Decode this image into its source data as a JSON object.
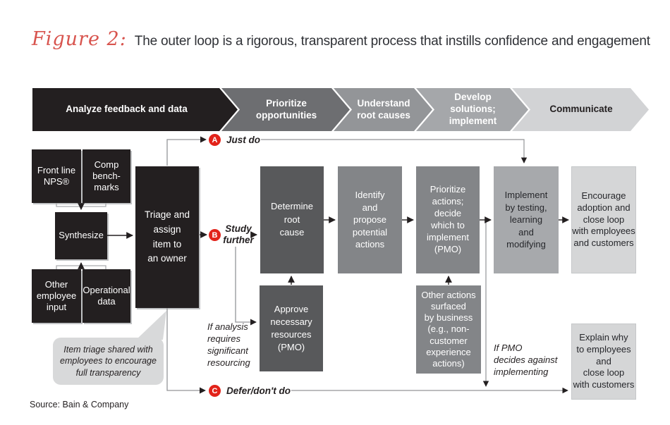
{
  "title": {
    "figure_label": "Figure 2:",
    "caption": "The outer loop is a rigorous, transparent process that instills confidence and engagement"
  },
  "process_bar": {
    "stages": [
      {
        "label": "Analyze feedback and data"
      },
      {
        "label": "Prioritize\nopportunities"
      },
      {
        "label": "Understand\nroot causes"
      },
      {
        "label": "Develop solutions;\nimplement"
      },
      {
        "label": "Communicate"
      }
    ]
  },
  "boxes": {
    "front_line_nps": {
      "label": "Front line\nNPS®"
    },
    "comp_benchmarks": {
      "label": "Comp\nbench-\nmarks"
    },
    "synthesize": {
      "label": "Synthesize"
    },
    "other_employee_input": {
      "label": "Other\nemployee\ninput"
    },
    "operational_data": {
      "label": "Operational\ndata"
    },
    "triage": {
      "label": "Triage and\nassign\nitem to\nan owner"
    },
    "determine_root_cause": {
      "label": "Determine\nroot\ncause"
    },
    "identify_propose": {
      "label": "Identify\nand\npropose\npotential\nactions"
    },
    "prioritize_actions": {
      "label": "Prioritize\nactions;\ndecide\nwhich to\nimplement\n(PMO)"
    },
    "implement_testing": {
      "label": "Implement\nby testing,\nlearning\nand\nmodifying"
    },
    "encourage_adoption": {
      "label": "Encourage\nadoption and\nclose loop\nwith employees\nand customers"
    },
    "approve_resources": {
      "label": "Approve\nnecessary\nresources\n(PMO)"
    },
    "other_actions": {
      "label": "Other actions\nsurfaced\nby business\n(e.g., non-\ncustomer\nexperience\nactions)"
    },
    "explain_why": {
      "label": "Explain why\nto employees\nand\nclose loop\nwith customers"
    }
  },
  "paths": {
    "a": {
      "letter": "A",
      "label": "Just do"
    },
    "b": {
      "letter": "B",
      "label": "Study\nfurther"
    },
    "c": {
      "letter": "C",
      "label": "Defer/don't do"
    }
  },
  "annotations": {
    "if_analysis": "If analysis\nrequires\nsignificant\nresourcing",
    "if_pmo": "If PMO\ndecides against\nimplementing",
    "callout": "Item triage shared with\nemployees to encourage\nfull transparency"
  },
  "source": "Source: Bain & Company",
  "colors": {
    "accent_red": "#e2231a",
    "stage_black": "#231f20",
    "stage_dark_gray": "#6d6e71",
    "stage_mid_gray": "#939598",
    "stage_light_mid_gray": "#a5a7aa",
    "stage_light_gray": "#d2d3d5",
    "box_dark_gray": "#58595b",
    "box_mid_gray": "#838588",
    "box_light_mid_gray": "#a7a9ac",
    "box_light_gray": "#d5d6d7"
  }
}
